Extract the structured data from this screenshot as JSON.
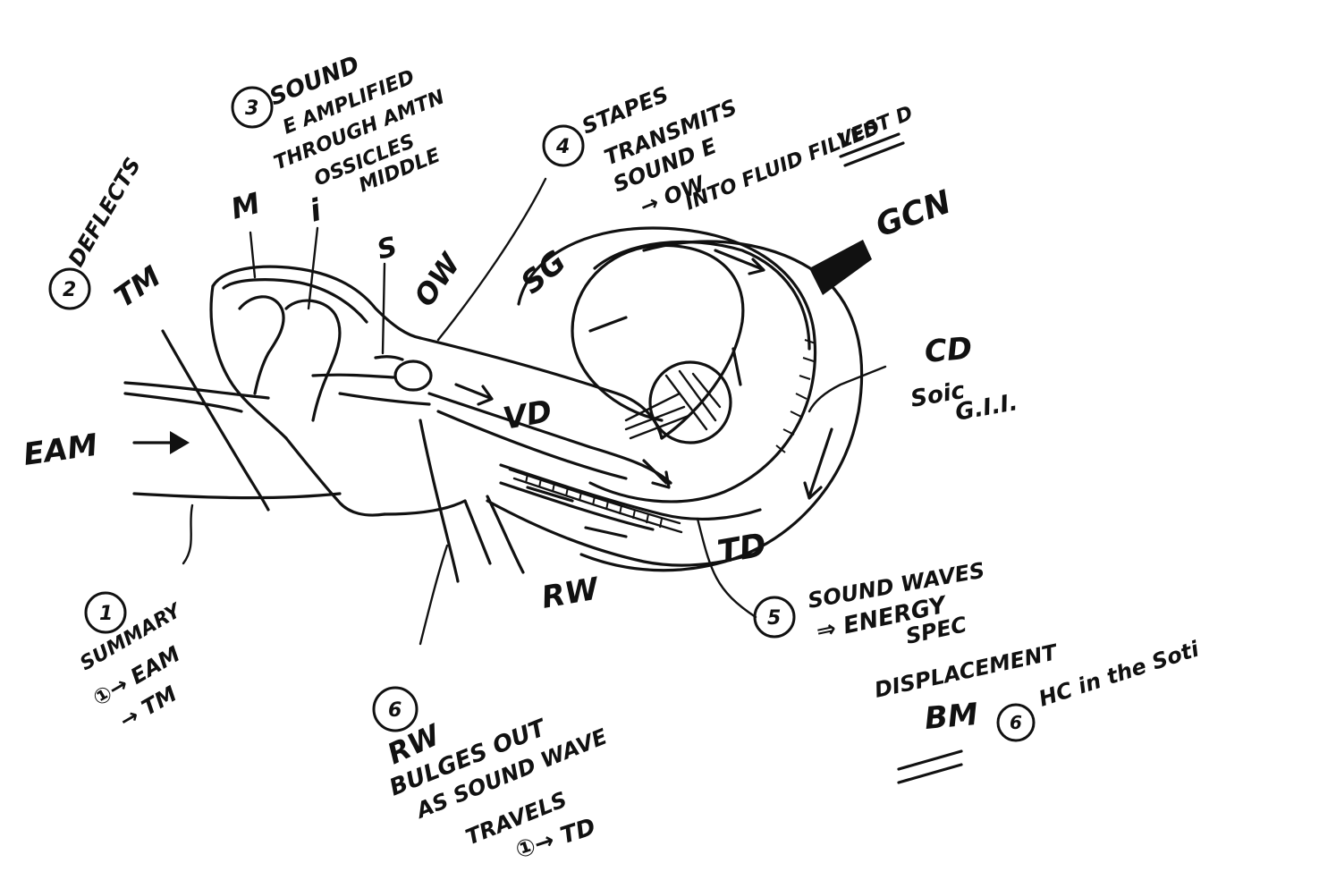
{
  "colors": {
    "ink": "#111111",
    "paper": "#ffffff"
  },
  "structures": {
    "eam": "EAM",
    "tm": "TM",
    "m": "M",
    "i": "i",
    "s": "S",
    "ow": "OW",
    "sg": "SG",
    "vd": "VD",
    "td": "TD",
    "rw": "RW",
    "cd": "CD",
    "gcn": "GCN"
  },
  "cd_note": [
    "Soic",
    "G.I.I."
  ],
  "steps": [
    {
      "num": "1",
      "lines": [
        "SUMMARY",
        "①→ EAM",
        "→ TM"
      ]
    },
    {
      "num": "2",
      "lines": [
        "DEFLECTS"
      ]
    },
    {
      "num": "3",
      "lines": [
        "SOUND",
        "E AMPLIFIED",
        "THROUGH AMTN",
        "OSSICLES",
        "MIDDLE"
      ]
    },
    {
      "num": "4",
      "lines": [
        "STAPES",
        "TRANSMITS",
        "SOUND E",
        "→ OW",
        "INTO FLUID FILLED",
        "VEST D"
      ]
    },
    {
      "num": "5",
      "lines": [
        "SOUND WAVES",
        "⇒ ENERGY",
        "SPEC",
        "DISPLACEMENT",
        "BM"
      ]
    },
    {
      "num": "6",
      "lines": [
        "RW",
        "BULGES OUT",
        "AS SOUND WAVE",
        "TRAVELS",
        "①→ TD"
      ]
    },
    {
      "num": "6",
      "lines": [
        "HC in the Soti"
      ]
    }
  ]
}
